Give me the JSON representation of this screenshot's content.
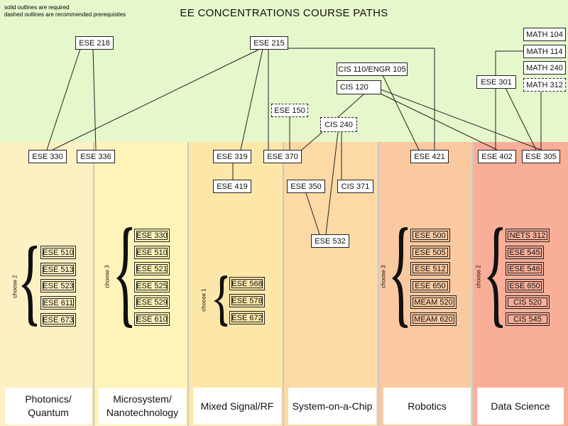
{
  "notes": {
    "line1": "solid outlines are required",
    "line2": "dashed outlines are recommended prerequisites"
  },
  "title": "EE CONCENTRATIONS COURSE PATHS",
  "colors": {
    "top_bg": "#e6f7cc",
    "photonics": "#fdf0c2",
    "microsystem": "#fef3b8",
    "mixed": "#fde7a8",
    "soc": "#fdd9a6",
    "robotics": "#fbc9a0",
    "data": "#f9ae98",
    "divider": "#c8c8c8"
  },
  "prereqs": {
    "ese218": "ESE 218",
    "ese215": "ESE 215",
    "cis110": "CIS 110/ENGR 105",
    "cis120": "CIS 120",
    "ese150": "ESE 150",
    "cis240": "CIS 240",
    "ese301": "ESE 301",
    "math104": "MATH 104",
    "math114": "MATH 114",
    "math240": "MATH 240",
    "math312": "MATH 312"
  },
  "core": {
    "ese330": "ESE 330",
    "ese336": "ESE 336",
    "ese319": "ESE 319",
    "ese370": "ESE 370",
    "ese421": "ESE 421",
    "ese402": "ESE 402",
    "ese305": "ESE 305",
    "ese419": "ESE 419",
    "ese350": "ESE 350",
    "cis371": "CIS 371",
    "ese532": "ESE 532"
  },
  "concentrations": [
    {
      "name_line1": "Photonics/",
      "name_line2": "Quantum",
      "choose": "choose 2",
      "electives": [
        "ESE 510",
        "ESE 513",
        "ESE 523",
        "ESE 611",
        "ESE 673"
      ]
    },
    {
      "name_line1": "Microsystem/",
      "name_line2": "Nanotechnology",
      "choose": "choose 3",
      "electives": [
        "ESE 330",
        "ESE 510",
        "ESE 521",
        "ESE 525",
        "ESE 529",
        "ESE 610"
      ]
    },
    {
      "name_line1": "Mixed Signal/RF",
      "name_line2": "",
      "choose": "choose 1",
      "electives": [
        "ESE 568",
        "ESE 578",
        "ESE 672"
      ]
    },
    {
      "name_line1": "System-on-a-Chip",
      "name_line2": "",
      "choose": "",
      "electives": []
    },
    {
      "name_line1": "Robotics",
      "name_line2": "",
      "choose": "choose 3",
      "electives": [
        "ESE 500",
        "ESE 505",
        "ESE 512",
        "ESE 650",
        "MEAM 520",
        "MEAM 620"
      ]
    },
    {
      "name_line1": "Data Science",
      "name_line2": "",
      "choose": "choose 2",
      "electives": [
        "NETS 312",
        "ESE 545",
        "ESE 546",
        "ESE 650",
        "CIS 520",
        "CIS 545"
      ]
    }
  ]
}
